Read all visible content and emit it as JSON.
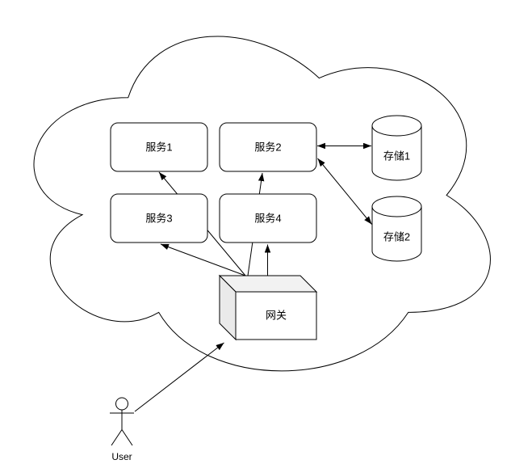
{
  "diagram": {
    "title": "cloud-service-architecture",
    "colors": {
      "background": "#ffffff",
      "stroke": "#000000",
      "node_fill": "#ffffff",
      "cube_top_fill": "#f2f2f2",
      "cube_side_fill": "#eaeaea"
    },
    "nodes": {
      "service1": {
        "label": "服务1",
        "shape": "rounded-rectangle"
      },
      "service2": {
        "label": "服务2",
        "shape": "rounded-rectangle"
      },
      "service3": {
        "label": "服务3",
        "shape": "rounded-rectangle"
      },
      "service4": {
        "label": "服务4",
        "shape": "rounded-rectangle"
      },
      "storage1": {
        "label": "存储1",
        "shape": "cylinder"
      },
      "storage2": {
        "label": "存储2",
        "shape": "cylinder"
      },
      "gateway": {
        "label": "网关",
        "shape": "cube"
      },
      "user": {
        "label": "User",
        "shape": "actor"
      }
    },
    "edges": [
      {
        "from": "user",
        "to": "gateway",
        "direction": "one-way"
      },
      {
        "from": "gateway",
        "to": "service1",
        "direction": "one-way"
      },
      {
        "from": "gateway",
        "to": "service2",
        "direction": "one-way"
      },
      {
        "from": "gateway",
        "to": "service3",
        "direction": "one-way"
      },
      {
        "from": "gateway",
        "to": "service4",
        "direction": "one-way"
      },
      {
        "from": "service2",
        "to": "storage1",
        "direction": "two-way"
      },
      {
        "from": "service2",
        "to": "storage2",
        "direction": "two-way"
      }
    ]
  }
}
